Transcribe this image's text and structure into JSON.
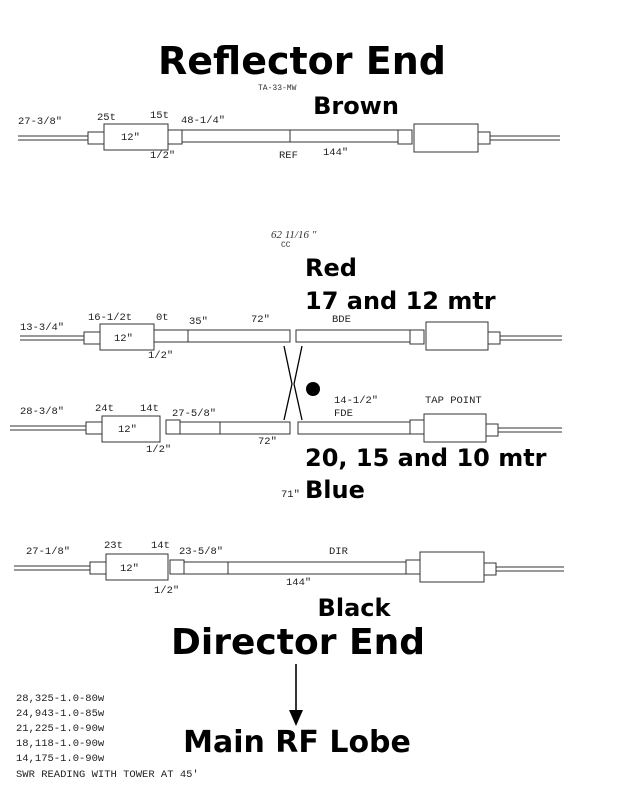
{
  "titles": {
    "reflector_end": "Reflector End",
    "director_end": "Director End",
    "main_rf_lobe": "Main RF Lobe"
  },
  "colors_labels": {
    "brown": "Brown",
    "red": "Red",
    "red_bands": "17 and 12 mtr",
    "bands_2010": "20, 15 and 10 mtr",
    "blue": "Blue",
    "black": "Black"
  },
  "model": "TA-33-MW",
  "reflector": {
    "tip": "27-3/8\"",
    "turns_a": "25t",
    "turns_b": "15t",
    "coil_len": "12\"",
    "length": "48-1/4\"",
    "gap": "1/2\"",
    "name": "REF",
    "center": "144\""
  },
  "spacing_note": "62 11/16 \"",
  "spacing_cc": "CC",
  "bde": {
    "tip": "13-3/4\"",
    "turns_a": "16-1/2t",
    "turns_b": "0t",
    "coil_len": "12\"",
    "length": "35\"",
    "half": "72\"",
    "name": "BDE",
    "gap": "1/2\""
  },
  "fde": {
    "tip": "28-3/8\"",
    "turns_a": "24t",
    "turns_b": "14t",
    "coil_len": "12\"",
    "length": "27-5/8\"",
    "tap": "14-1/2\"",
    "tap_label": "TAP POINT",
    "name": "FDE",
    "gap": "1/2\"",
    "half": "72\"",
    "other": "71\""
  },
  "director": {
    "tip": "27-1/8\"",
    "turns_a": "23t",
    "turns_b": "14t",
    "coil_len": "12\"",
    "length": "23-5/8\"",
    "name": "DIR",
    "center": "144\"",
    "gap": "1/2\""
  },
  "swr_readings": [
    "28,325-1.0-80w",
    "24,943-1.0-85w",
    "21,225-1.0-90w",
    "18,118-1.0-90w",
    "14,175-1.0-90w"
  ],
  "swr_note": "SWR READING WITH TOWER AT 45'"
}
